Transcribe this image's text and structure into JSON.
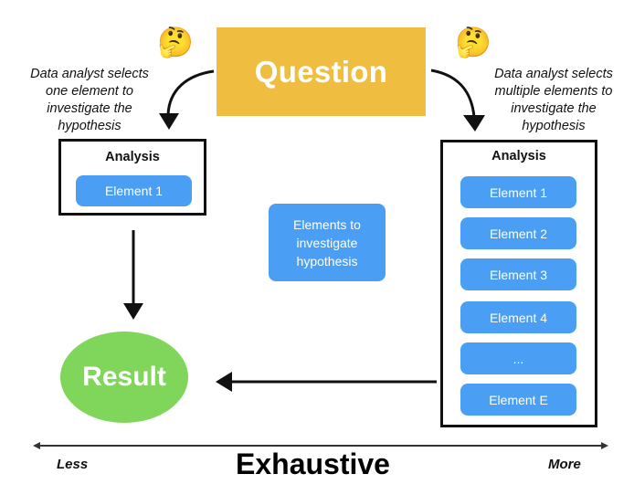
{
  "question": {
    "label": "Question",
    "color": "#efbd40"
  },
  "left_branch": {
    "emoji": "🤔",
    "emoji_name": "thinking-face",
    "caption_lines": [
      "Data analyst selects",
      "one element to",
      "investigate the",
      "hypothesis"
    ],
    "analysis": {
      "title": "Analysis",
      "elements": [
        "Element 1"
      ]
    }
  },
  "right_branch": {
    "emoji": "🤔",
    "emoji_name": "thinking-face",
    "caption_lines": [
      "Data analyst selects",
      "multiple elements to",
      "investigate the",
      "hypothesis"
    ],
    "analysis": {
      "title": "Analysis",
      "elements": [
        "Element 1",
        "Element 2",
        "Element 3",
        "Element 4",
        "...",
        "Element E"
      ]
    }
  },
  "legend": {
    "label_lines": [
      "Elements to",
      "investigate",
      "hypothesis"
    ],
    "color": "#4a9ff5"
  },
  "result": {
    "label": "Result",
    "color": "#80d65a"
  },
  "scale": {
    "left_label": "Less",
    "title": "Exhaustive",
    "right_label": "More"
  }
}
